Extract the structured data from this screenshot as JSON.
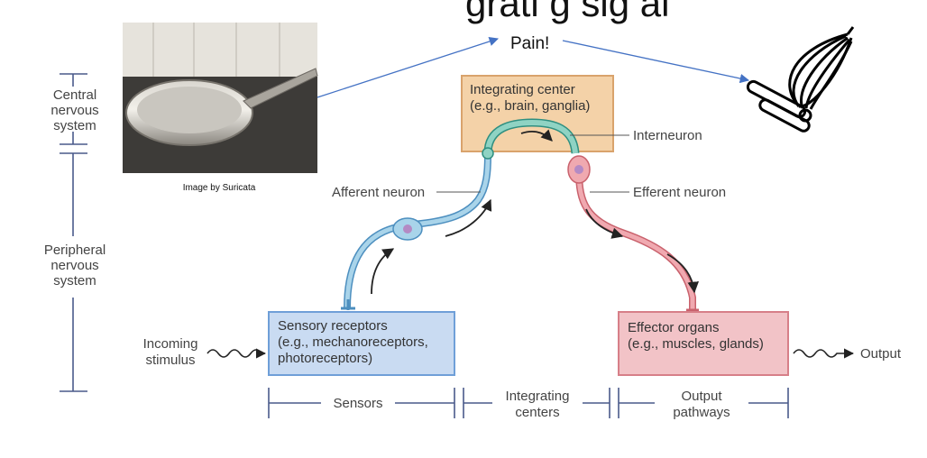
{
  "title_fragment": "grati g sig al",
  "pain_label": "Pain!",
  "photo_credit": "Image by Suricata",
  "side_labels": {
    "central": [
      "Central",
      "nervous",
      "system"
    ],
    "peripheral": [
      "Peripheral",
      "nervous",
      "system"
    ]
  },
  "integrating_center": {
    "line1": "Integrating center",
    "line2": "(e.g., brain, ganglia)",
    "fill": "#f4d2a8",
    "stroke": "#d9a36c"
  },
  "sensory_receptors": {
    "line1": "Sensory receptors",
    "line2": "(e.g., mechanoreceptors,",
    "line3": "photoreceptors)",
    "fill": "#c9dbf2",
    "stroke": "#6f9fd8"
  },
  "effector_organs": {
    "line1": "Effector organs",
    "line2": "(e.g., muscles, glands)",
    "fill": "#f2c3c7",
    "stroke": "#d77f88"
  },
  "labels": {
    "interneuron": "Interneuron",
    "afferent": "Afferent neuron",
    "efferent": "Efferent neuron",
    "incoming_line1": "Incoming",
    "incoming_line2": "stimulus",
    "output": "Output"
  },
  "bottom": {
    "sensors": "Sensors",
    "integrating_line1": "Integrating",
    "integrating_line2": "centers",
    "output_line1": "Output",
    "output_line2": "pathways"
  },
  "colors": {
    "afferent_neuron": "#a9d4ea",
    "efferent_neuron": "#f0a9b0",
    "interneuron": "#8fd3c3",
    "bracket": "#4a5a8a",
    "pain_arrow": "#4472c4"
  }
}
